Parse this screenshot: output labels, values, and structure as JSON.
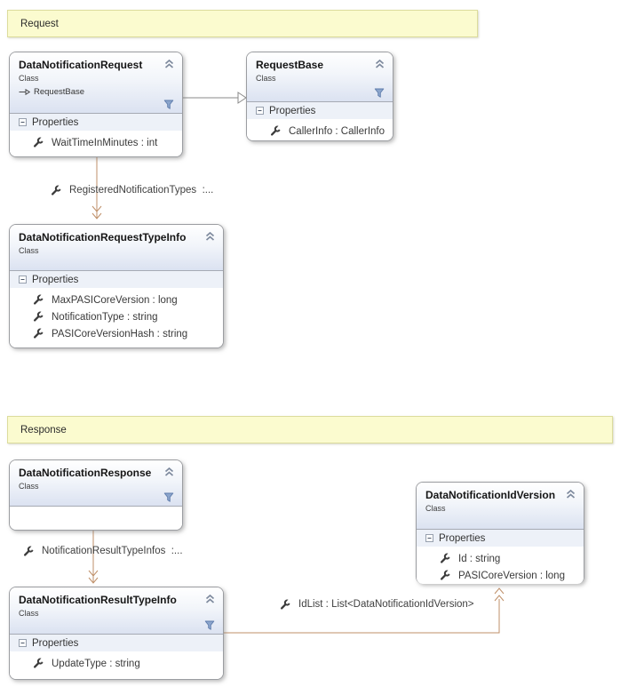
{
  "diagram": {
    "type": "uml-class-diagram",
    "background": "#ffffff"
  },
  "colors": {
    "comment_background": "#fbfbcf",
    "comment_border": "#dcdc9d",
    "class_header_tint": "#dbe2f1",
    "class_border": "#9b9da1",
    "section_band": "#edf1f8",
    "association_line": "#bf8f68",
    "inheritance_line": "#8a8a8a",
    "funnel_icon": "#8ba5cc"
  },
  "comments": {
    "request": {
      "label": "Request"
    },
    "response": {
      "label": "Response"
    }
  },
  "classes": {
    "data_notification_request": {
      "name": "DataNotificationRequest",
      "stereotype": "Class",
      "base_type": "RequestBase",
      "section_header": "Properties",
      "members": [
        "WaitTimeInMinutes : int"
      ]
    },
    "request_base": {
      "name": "RequestBase",
      "stereotype": "Class",
      "section_header": "Properties",
      "members": [
        "CallerInfo : CallerInfo"
      ]
    },
    "data_notification_request_type_info": {
      "name": "DataNotificationRequestTypeInfo",
      "stereotype": "Class",
      "section_header": "Properties",
      "members": [
        "MaxPASICoreVersion : long",
        "NotificationType : string",
        "PASICoreVersionHash : string"
      ]
    },
    "data_notification_response": {
      "name": "DataNotificationResponse",
      "stereotype": "Class"
    },
    "data_notification_id_version": {
      "name": "DataNotificationIdVersion",
      "stereotype": "Class",
      "section_header": "Properties",
      "members": [
        "Id : string",
        "PASICoreVersion : long"
      ]
    },
    "data_notification_result_type_info": {
      "name": "DataNotificationResultTypeInfo",
      "stereotype": "Class",
      "section_header": "Properties",
      "members": [
        "UpdateType : string"
      ]
    }
  },
  "associations": {
    "registered_notification_types": {
      "label": "RegisteredNotificationTypes  :...",
      "from": "DataNotificationRequest",
      "to": "DataNotificationRequestTypeInfo"
    },
    "notification_result_type_infos": {
      "label": "NotificationResultTypeInfos  :...",
      "from": "DataNotificationResponse",
      "to": "DataNotificationResultTypeInfo"
    },
    "id_list": {
      "label": "IdList : List<DataNotificationIdVersion>",
      "from": "DataNotificationResultTypeInfo",
      "to": "DataNotificationIdVersion"
    }
  },
  "inheritance": {
    "request_inherits": {
      "from": "DataNotificationRequest",
      "to": "RequestBase"
    }
  }
}
